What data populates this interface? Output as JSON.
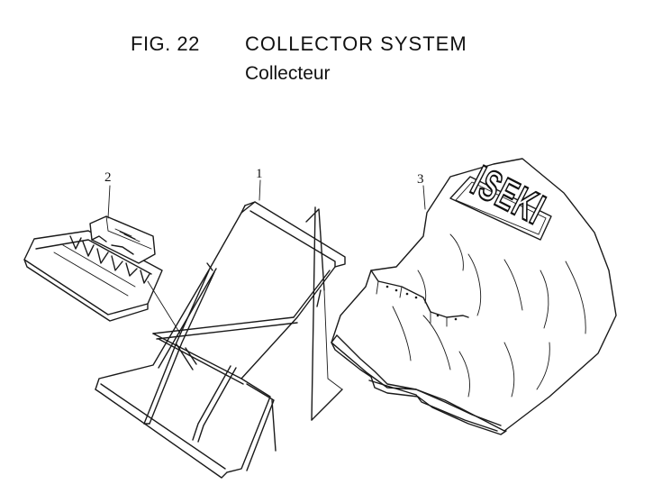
{
  "figure": {
    "number": "FIG. 22",
    "title_en": "COLLECTOR SYSTEM",
    "title_fr": "Collecteur"
  },
  "callouts": [
    {
      "id": "1",
      "label": "1"
    },
    {
      "id": "2",
      "label": "2"
    },
    {
      "id": "3",
      "label": "3"
    }
  ],
  "parts": {
    "bag_logo": "ISEKI"
  }
}
